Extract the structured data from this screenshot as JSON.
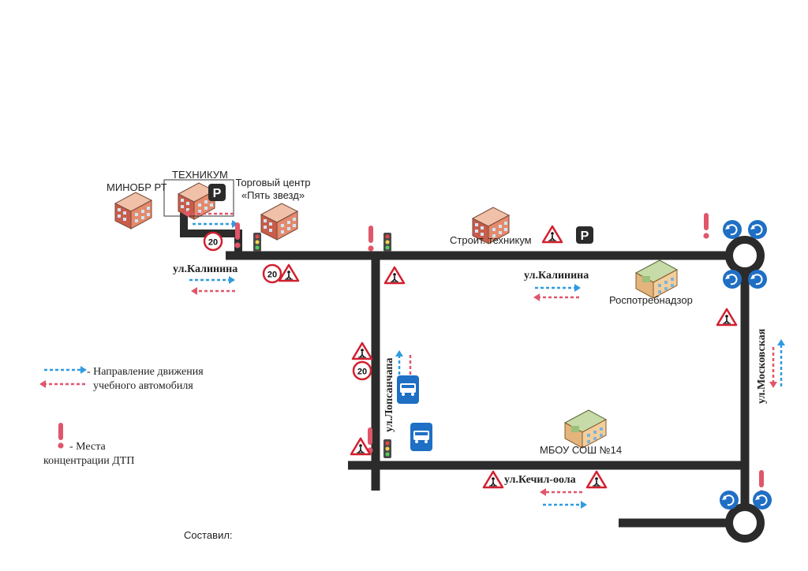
{
  "buildings": {
    "minobr": "МИНОБР РТ",
    "tekhnikum": "ТЕХНИКУМ",
    "trade_center_line1": "Торговый центр",
    "trade_center_line2": "«Пять звезд»",
    "stroit_tekhnikum": "Строит. техникум",
    "rospotrebnadzor": "Роспотребнадзор",
    "school": "МБОУ СОШ №14"
  },
  "streets": {
    "kalinina_left": "ул.Калинина",
    "kalinina_right": "ул.Калинина",
    "lopsanchapa": "ул.Лопсанчапа",
    "moskovskaya": "ул.Московская",
    "kechil_oola": "ул.Кечил-оола"
  },
  "signs": {
    "speed_limit": "20",
    "parking": "P"
  },
  "legend": {
    "direction_line1": "- Направление движения",
    "direction_line2": "учебного автомобиля",
    "danger_line1": "- Места",
    "danger_line2": "концентрации ДТП"
  },
  "footer": {
    "compiled_by": "Составил:"
  },
  "colors": {
    "road": "#2b2b2b",
    "forward_arrow": "#2f9be0",
    "backward_arrow": "#e0566a",
    "danger_mark": "#e0566a",
    "roundabout_sign": "#1f6fc4",
    "bus_stop_sign": "#1f6fc4",
    "warning_border": "#d2202f"
  }
}
